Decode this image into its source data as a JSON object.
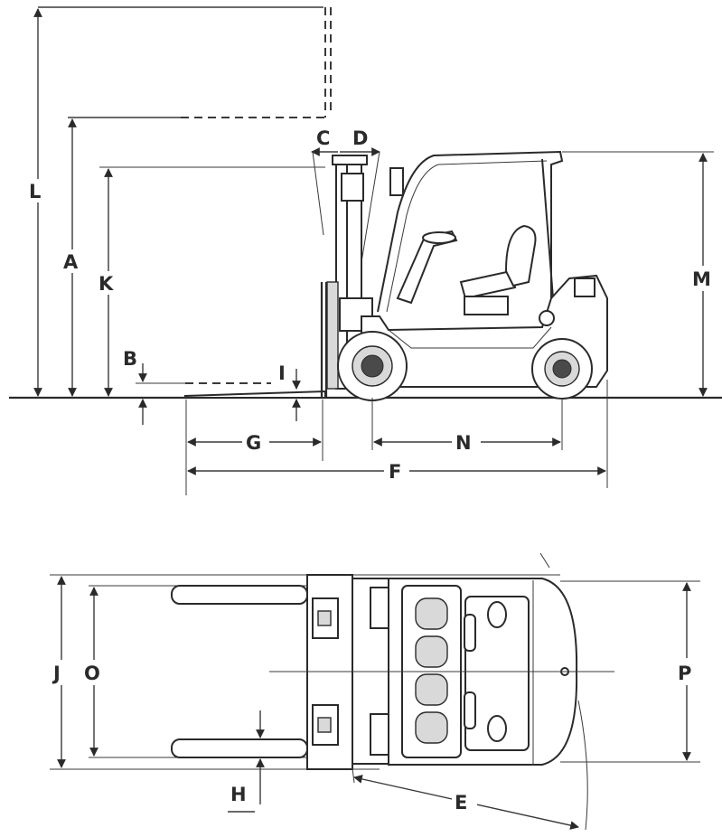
{
  "dimensions": {
    "A": "A",
    "B": "B",
    "C": "C",
    "D": "D",
    "E": "E",
    "F": "F",
    "G": "G",
    "H": "H",
    "I": "I",
    "J": "J",
    "K": "K",
    "L": "L",
    "M": "M",
    "N": "N",
    "O": "O",
    "P": "P"
  }
}
